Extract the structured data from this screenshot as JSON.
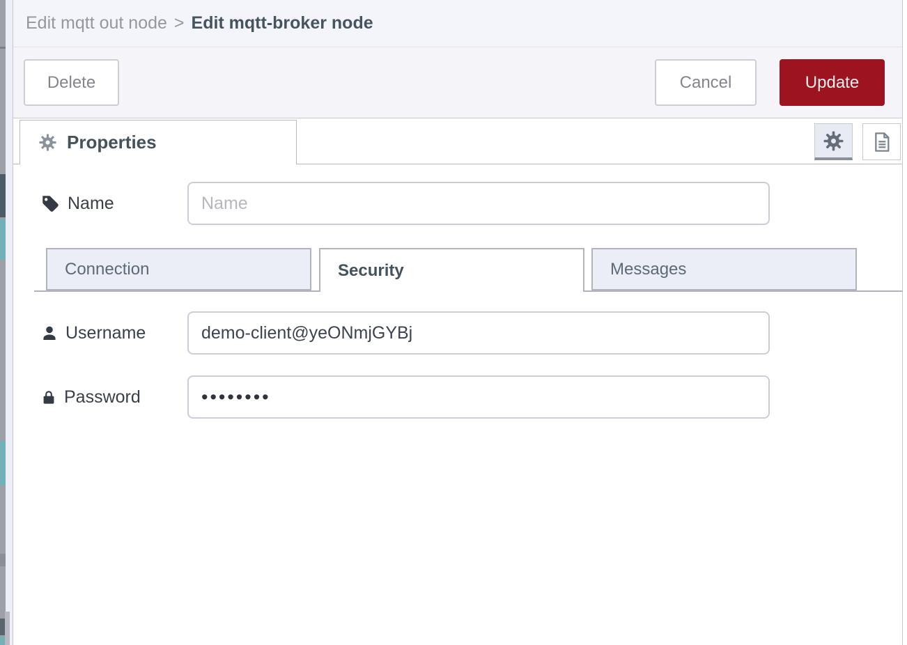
{
  "breadcrumb": {
    "parent": "Edit mqtt out node",
    "separator": ">",
    "current": "Edit mqtt-broker node"
  },
  "toolbar": {
    "delete_label": "Delete",
    "cancel_label": "Cancel",
    "update_label": "Update"
  },
  "editor": {
    "properties_tab_label": "Properties",
    "icon_buttons": [
      {
        "name": "gear-icon",
        "selected": true
      },
      {
        "name": "description-icon",
        "selected": false
      }
    ],
    "form": {
      "name": {
        "label": "Name",
        "placeholder": "Name",
        "value": ""
      },
      "tabs": [
        {
          "label": "Connection",
          "active": false
        },
        {
          "label": "Security",
          "active": true
        },
        {
          "label": "Messages",
          "active": false
        }
      ],
      "username": {
        "label": "Username",
        "value": "demo-client@yeONmjGYBj"
      },
      "password": {
        "label": "Password",
        "masked_value": "••••••••"
      }
    }
  },
  "colors": {
    "primary_button_bg": "#9d1420",
    "header_bg": "#f4f5fa",
    "inactive_tab_bg": "#ebedf7",
    "active_icon_underline": "#888e9b",
    "palette_teal": "#73b1b8",
    "palette_dark": "#4d5d68"
  }
}
